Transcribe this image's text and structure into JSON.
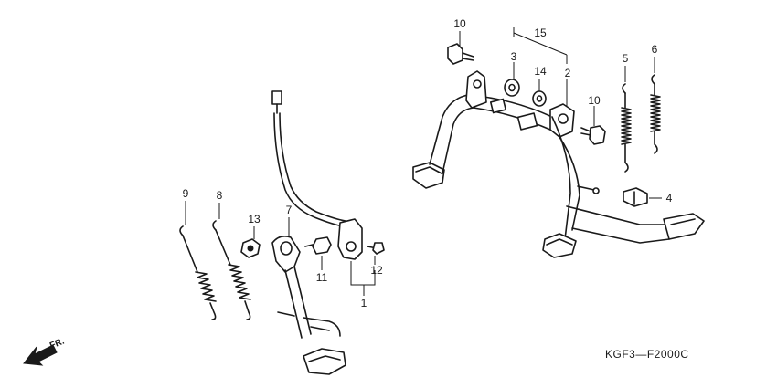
{
  "diagram": {
    "code": "KGF3—F2000C",
    "direction_label": "FR.",
    "callouts": {
      "c1": "1",
      "c2": "2",
      "c3": "3",
      "c4": "4",
      "c5": "5",
      "c6": "6",
      "c7": "7",
      "c8": "8",
      "c9": "9",
      "c10a": "10",
      "c10b": "10",
      "c11": "11",
      "c12": "12",
      "c13": "13",
      "c14": "14",
      "c15": "15"
    }
  }
}
